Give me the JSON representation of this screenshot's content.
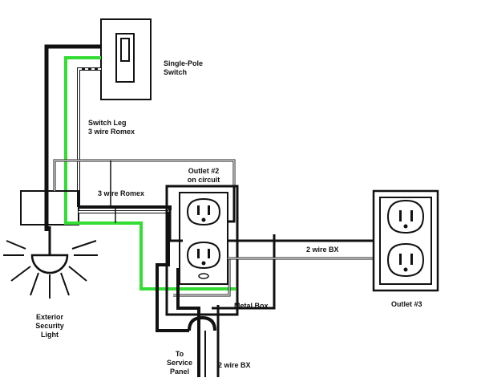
{
  "labels": {
    "switch_line1": "Single-Pole",
    "switch_line2": "Switch",
    "leg_line1": "Switch Leg",
    "leg_line2": "3 wire Romex",
    "romex_mid": "3 wire Romex",
    "outlet2_line1": "Outlet #2",
    "outlet2_line2": "on circuit",
    "bx_right": "2 wire BX",
    "outlet3": "Outlet #3",
    "metal_box": "Metal Box",
    "light_line1": "Exterior",
    "light_line2": "Security",
    "light_line3": "Light",
    "panel_line1": "To",
    "panel_line2": "Service",
    "panel_line3": "Panel",
    "bx_bottom": "2 wire BX"
  },
  "colors": {
    "wire_hot": "#111111",
    "wire_neutral": "#ffffff",
    "wire_ground": "#33dd33",
    "device_outline": "#111111"
  }
}
